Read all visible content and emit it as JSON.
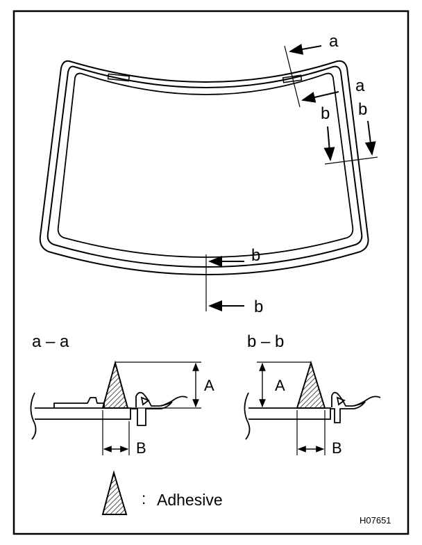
{
  "labels": {
    "section_a_arrow_top": "a",
    "section_a_arrow_right": "a",
    "section_b_arrow_right_upper": "b",
    "section_b_arrow_right_lower": "b",
    "section_b_arrow_bottom_upper": "b",
    "section_b_arrow_bottom_lower": "b"
  },
  "sections": {
    "a_a": {
      "title": "a – a",
      "dim_height": "A",
      "dim_width": "B"
    },
    "b_b": {
      "title": "b – b",
      "dim_height": "A",
      "dim_width": "B"
    }
  },
  "legend": {
    "separator": ":",
    "text": "Adhesive"
  },
  "figure_code": "H07651",
  "colors": {
    "line": "#000000",
    "background": "#ffffff"
  }
}
